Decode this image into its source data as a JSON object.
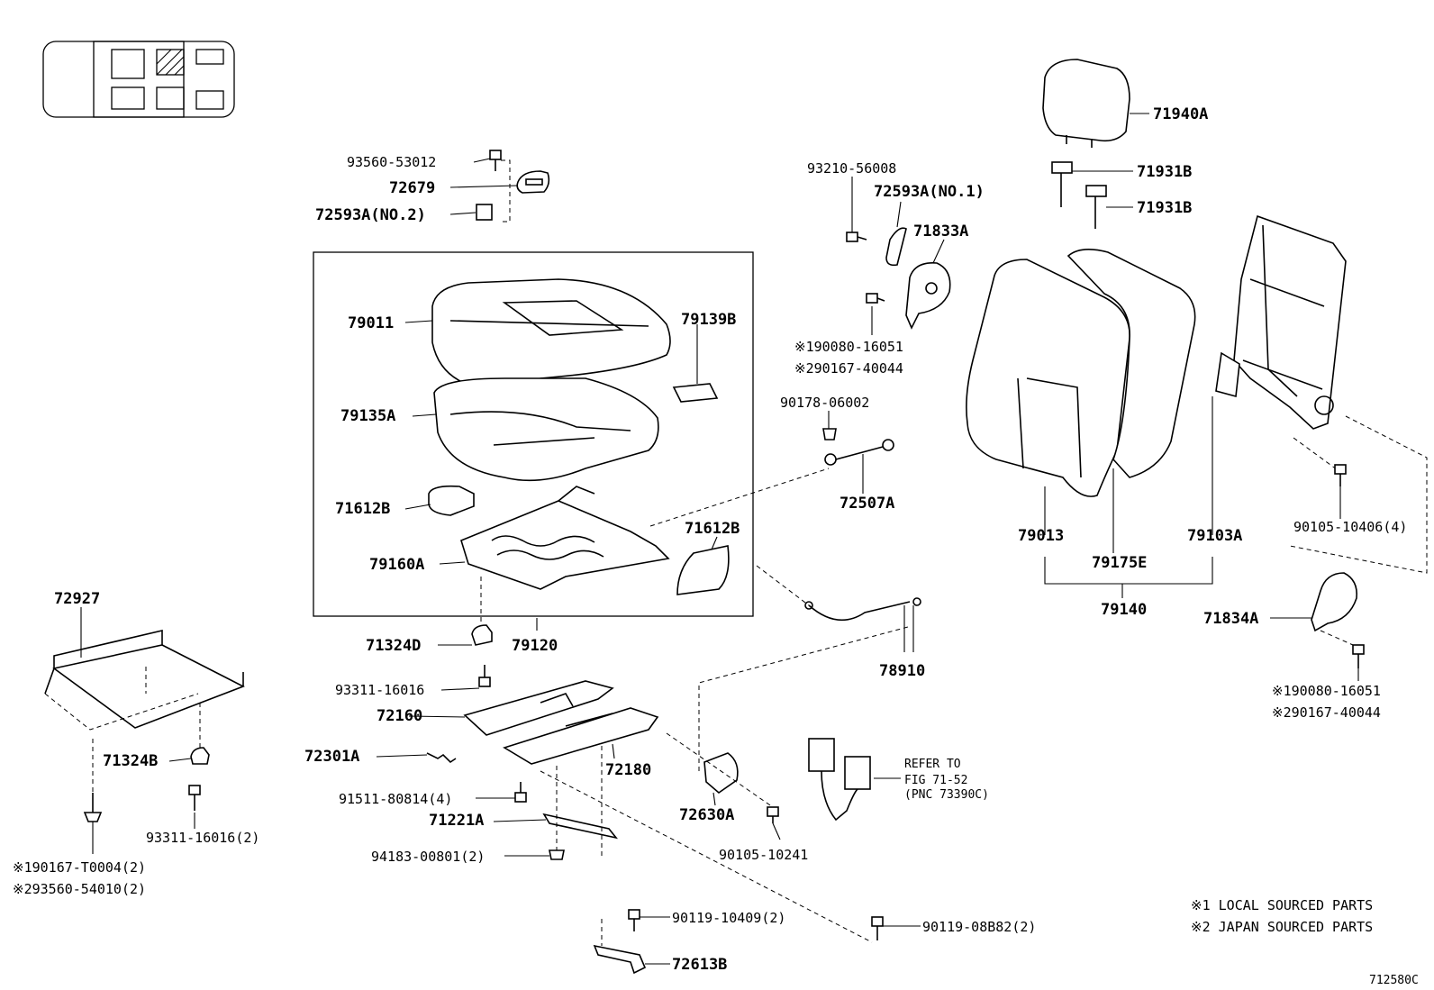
{
  "labels": {
    "p93560_53012": "93560-53012",
    "p72679": "72679",
    "p72593A_no2": "72593A(NO.2)",
    "p79011": "79011",
    "p79139B": "79139B",
    "p79135A": "79135A",
    "p71612B_left": "71612B",
    "p71612B_right": "71612B",
    "p79160A": "79160A",
    "p71324D": "71324D",
    "p79120": "79120",
    "p93311_16016": "93311-16016",
    "p72160": "72160",
    "p72301A": "72301A",
    "p72180": "72180",
    "p91511_80814": "91511-80814(4)",
    "p71221A": "71221A",
    "p94183_00801": "94183-00801(2)",
    "p72927": "72927",
    "p71324B": "71324B",
    "p93311_16016_2": "93311-16016(2)",
    "p90167_T0004": "※190167-T0004(2)",
    "p93560_54010": "※293560-54010(2)",
    "p93210_56008": "93210-56008",
    "p72593A_no1": "72593A(NO.1)",
    "p71833A": "71833A",
    "p90080_16051_a": "※190080-16051",
    "p90167_40044_a": "※290167-40044",
    "p90178_06002": "90178-06002",
    "p72507A": "72507A",
    "p78910": "78910",
    "p72630A": "72630A",
    "p90105_10241": "90105-10241",
    "p90119_10409": "90119-10409(2)",
    "p72613B": "72613B",
    "p90119_08B82": "90119-08B82(2)",
    "p71940A": "71940A",
    "p71931B_a": "71931B",
    "p71931B_b": "71931B",
    "p79013": "79013",
    "p79175E": "79175E",
    "p79103A": "79103A",
    "p79140": "79140",
    "p90105_10406": "90105-10406(4)",
    "p71834A": "71834A",
    "p90080_16051_b": "※190080-16051",
    "p90167_40044_b": "※290167-40044"
  },
  "refer": {
    "line1": "REFER TO",
    "line2": "FIG 71-52",
    "line3": "(PNC 73390C)"
  },
  "legend": {
    "note1": "※1 LOCAL SOURCED PARTS",
    "note2": "※2 JAPAN SOURCED PARTS"
  },
  "illustration_code": "712580C"
}
